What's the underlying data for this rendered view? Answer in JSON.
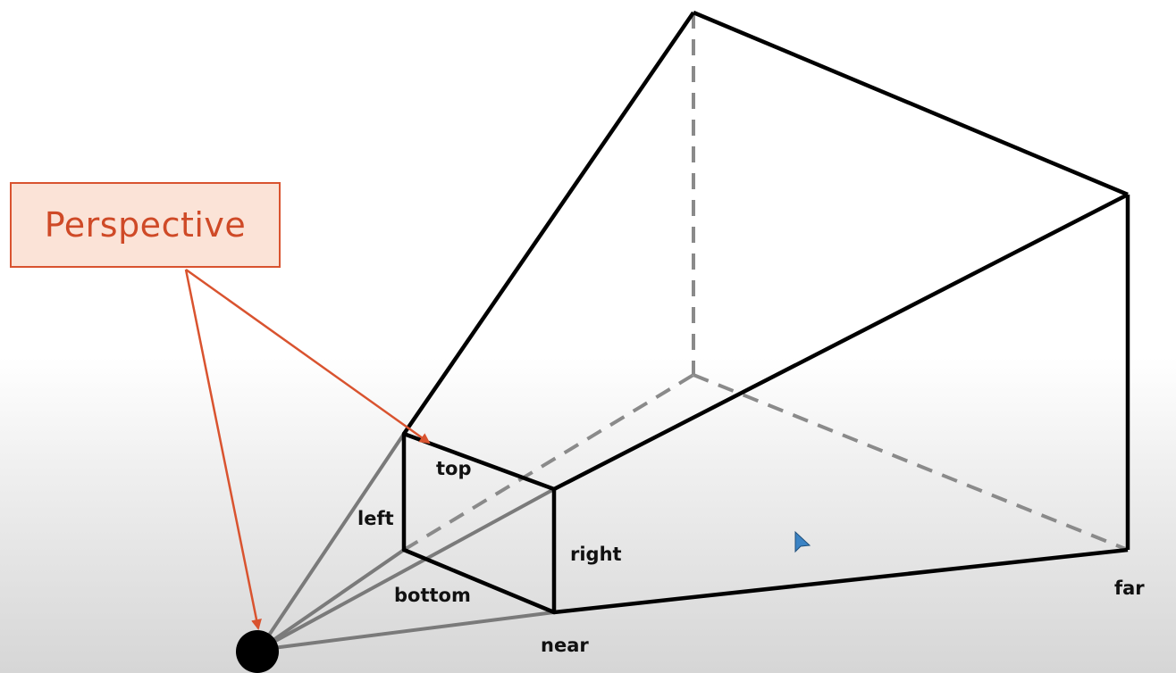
{
  "callout": {
    "label": "Perspective"
  },
  "frustum": {
    "plane_labels": {
      "top": "top",
      "left": "left",
      "right": "right",
      "bottom": "bottom",
      "near": "near",
      "far": "far"
    }
  },
  "colors": {
    "frustum_edge": "#000000",
    "hidden_edge": "#8a8a8a",
    "view_ray": "#7a7a7a",
    "callout_accent": "#d9532f",
    "callout_fill": "#fbe3d7",
    "eye_point": "#000000",
    "cursor": "#3b83c4"
  },
  "icons": {
    "eye": "filled-circle",
    "cursor": "mouse-pointer-arrow"
  }
}
